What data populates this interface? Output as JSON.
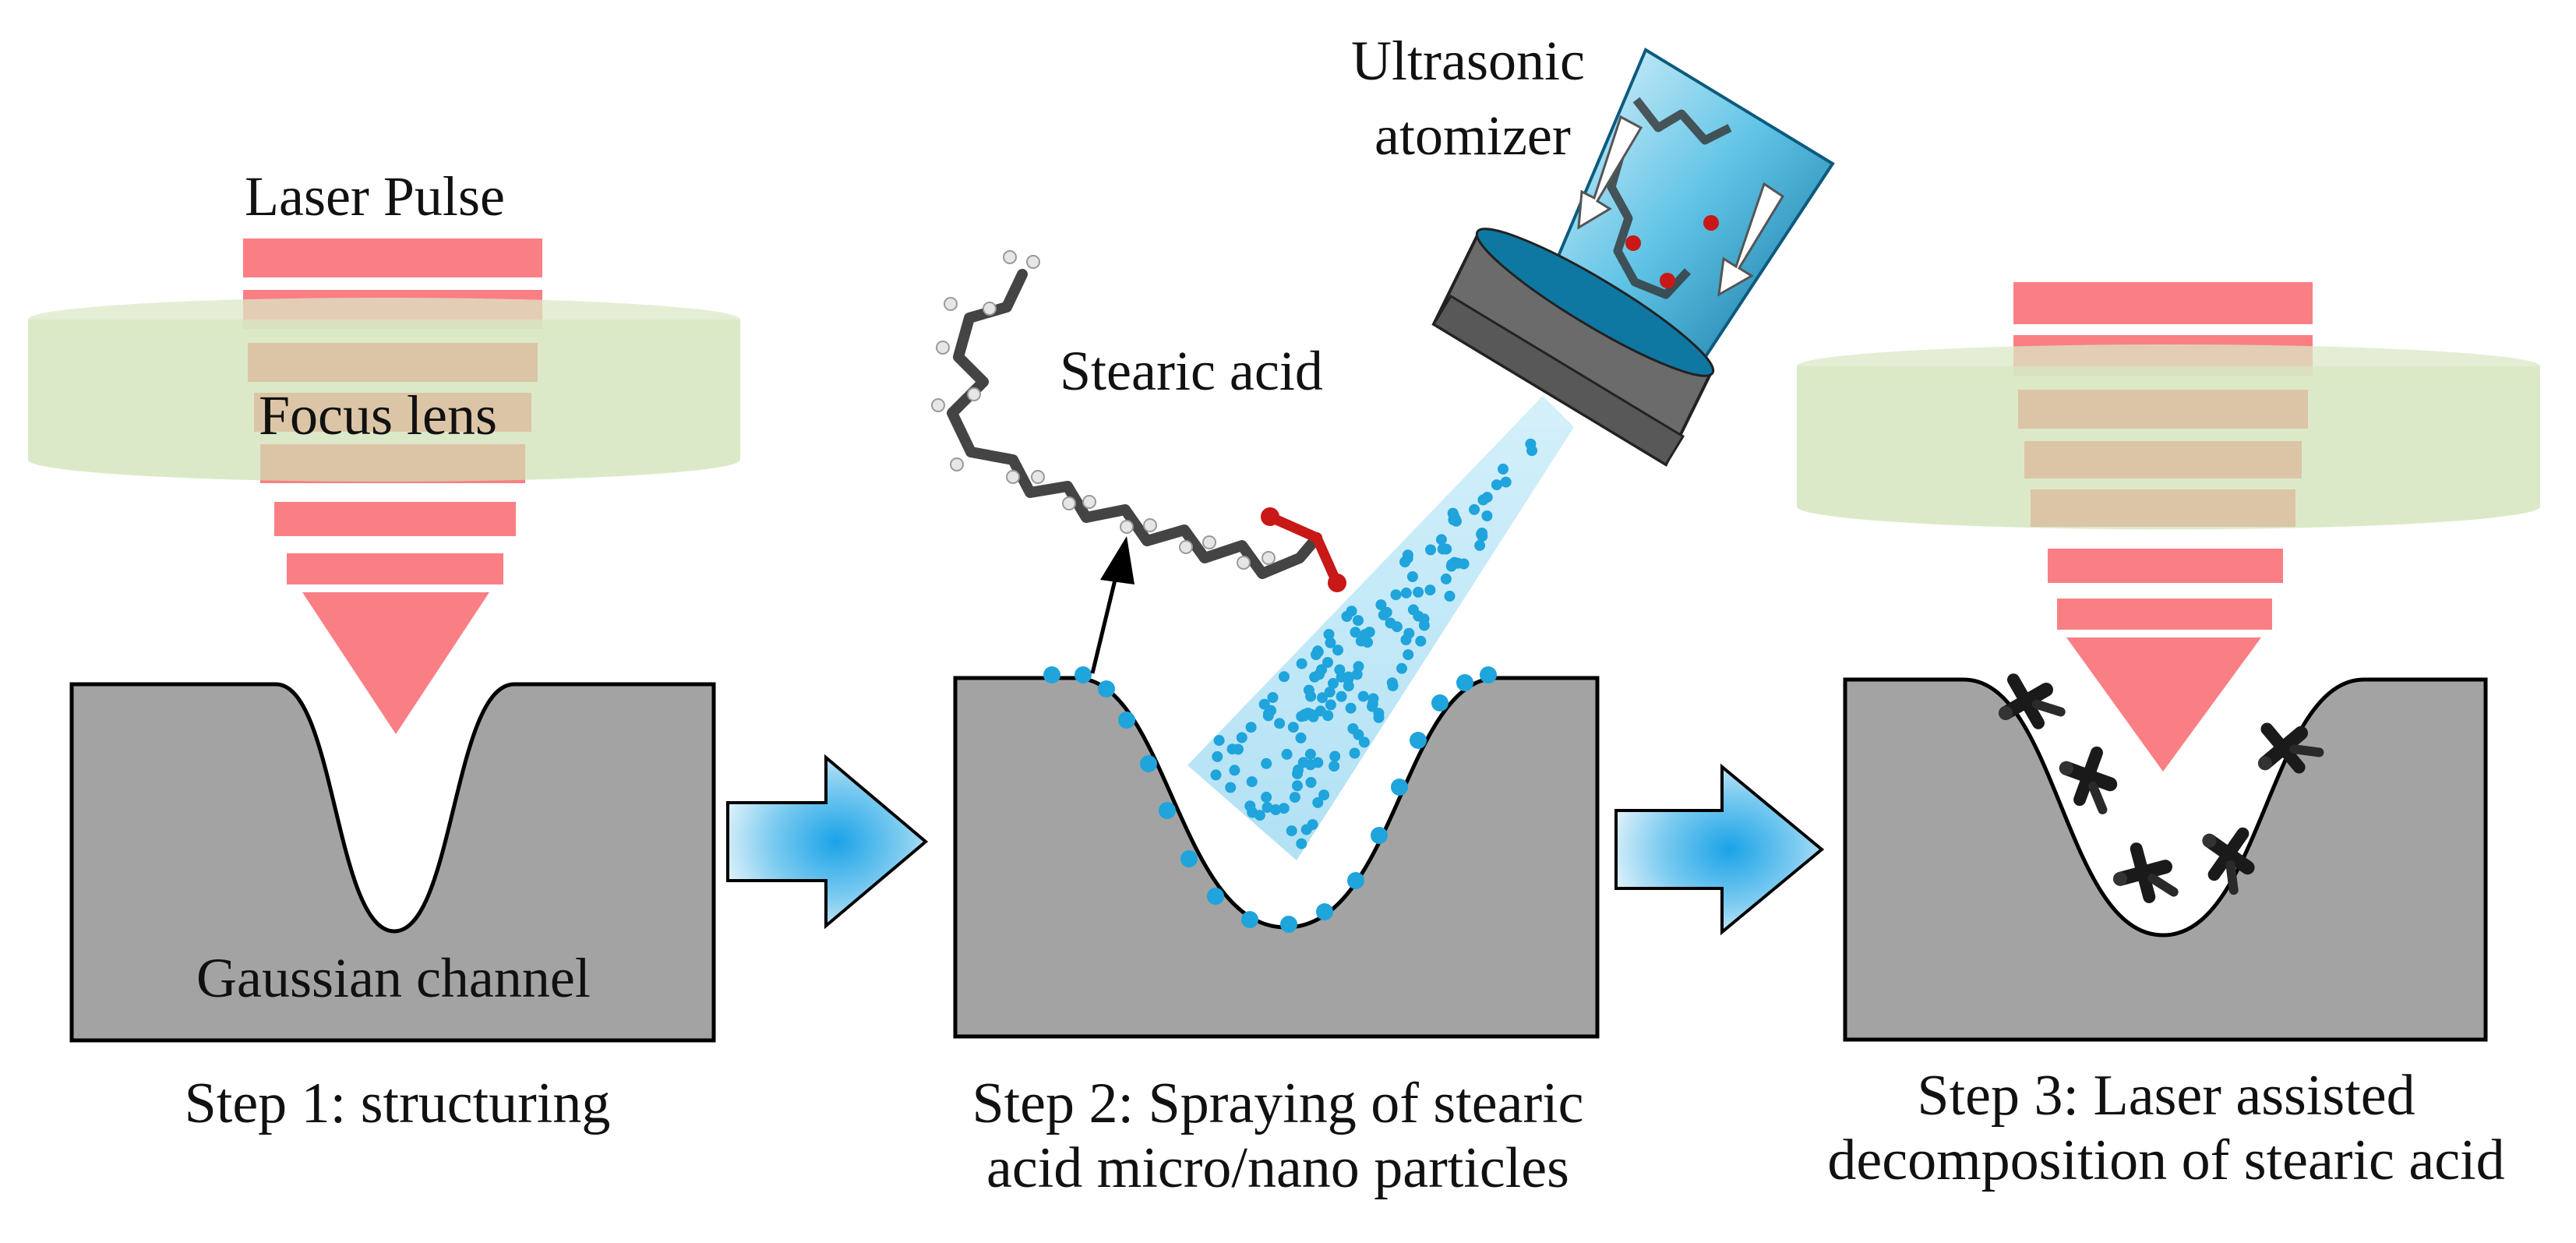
{
  "labels": {
    "laser_pulse": "Laser Pulse",
    "focus_lens": "Focus lens",
    "gaussian_channel": "Gaussian channel",
    "stearic_acid": "Stearic acid",
    "ultrasonic_atomizer_line1": "Ultrasonic",
    "ultrasonic_atomizer_line2": "atomizer"
  },
  "steps": [
    {
      "caption_line1": "Step 1: structuring",
      "caption_line2": ""
    },
    {
      "caption_line1": "Step 2: Spraying of stearic",
      "caption_line2": "acid micro/nano particles"
    },
    {
      "caption_line1": "Step 3: Laser assisted",
      "caption_line2": "decomposition of stearic acid"
    }
  ],
  "colors": {
    "substrate": "#a3a3a3",
    "outline": "#000000",
    "laser": "#fa7f85",
    "lens": "#cfe0b3",
    "spray_cone": "#bfe8f6",
    "droplet": "#1fa4dc",
    "arrow_center": "#1aa3e8",
    "arrow_edge": "#e3f3fb",
    "atomizer_body": "#6b6b6b"
  }
}
